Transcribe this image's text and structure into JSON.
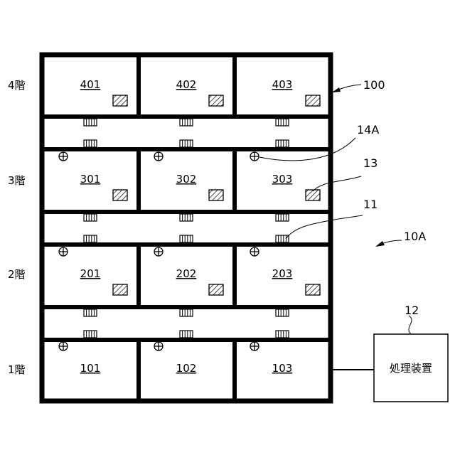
{
  "floors": [
    {
      "label": "4階",
      "rooms": [
        "401",
        "402",
        "403"
      ]
    },
    {
      "label": "3階",
      "rooms": [
        "301",
        "302",
        "303"
      ]
    },
    {
      "label": "2階",
      "rooms": [
        "201",
        "202",
        "203"
      ]
    },
    {
      "label": "1階",
      "rooms": [
        "101",
        "102",
        "103"
      ]
    }
  ],
  "references": {
    "building": "100",
    "sensor_ceiling": "14A",
    "sensor_panel": "13",
    "corridor_unit": "11",
    "system": "10A",
    "processor": "12"
  },
  "processor_label": "処理装置"
}
